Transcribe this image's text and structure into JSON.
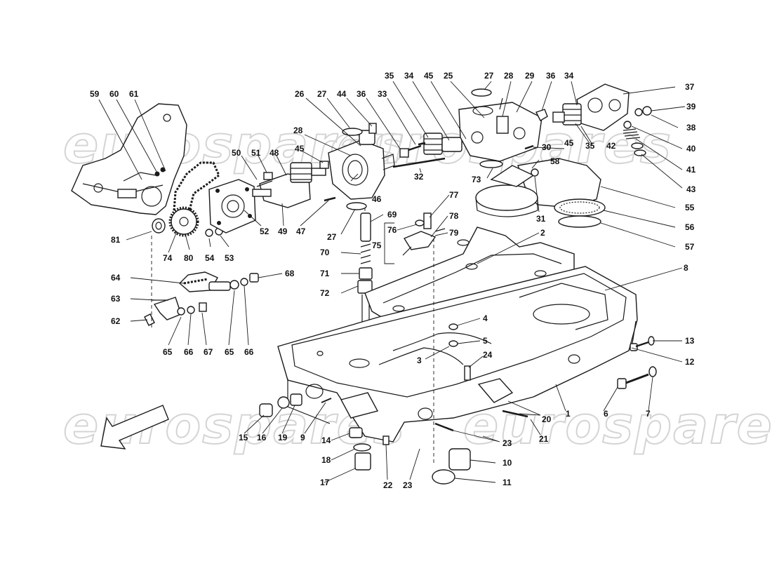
{
  "watermark": {
    "text": "eurospares"
  },
  "callouts": [
    {
      "id": "c1",
      "label": "1"
    },
    {
      "id": "c2",
      "label": "2"
    },
    {
      "id": "c3",
      "label": "3"
    },
    {
      "id": "c4",
      "label": "4"
    },
    {
      "id": "c5",
      "label": "5"
    },
    {
      "id": "c6",
      "label": "6"
    },
    {
      "id": "c7",
      "label": "7"
    },
    {
      "id": "c8",
      "label": "8"
    },
    {
      "id": "c9",
      "label": "9"
    },
    {
      "id": "c10",
      "label": "10"
    },
    {
      "id": "c11",
      "label": "11"
    },
    {
      "id": "c12",
      "label": "12"
    },
    {
      "id": "c13",
      "label": "13"
    },
    {
      "id": "c14",
      "label": "14"
    },
    {
      "id": "c15",
      "label": "15"
    },
    {
      "id": "c16",
      "label": "16"
    },
    {
      "id": "c17",
      "label": "17"
    },
    {
      "id": "c18",
      "label": "18"
    },
    {
      "id": "c19",
      "label": "19"
    },
    {
      "id": "c20",
      "label": "20"
    },
    {
      "id": "c21",
      "label": "21"
    },
    {
      "id": "c22",
      "label": "22"
    },
    {
      "id": "c23a",
      "label": "23"
    },
    {
      "id": "c23b",
      "label": "23"
    },
    {
      "id": "c24",
      "label": "24"
    },
    {
      "id": "c25",
      "label": "25"
    },
    {
      "id": "c26",
      "label": "26"
    },
    {
      "id": "c27a",
      "label": "27"
    },
    {
      "id": "c27b",
      "label": "27"
    },
    {
      "id": "c27c",
      "label": "27"
    },
    {
      "id": "c28a",
      "label": "28"
    },
    {
      "id": "c28b",
      "label": "28"
    },
    {
      "id": "c29",
      "label": "29"
    },
    {
      "id": "c30",
      "label": "30"
    },
    {
      "id": "c31",
      "label": "31"
    },
    {
      "id": "c32",
      "label": "32"
    },
    {
      "id": "c33",
      "label": "33"
    },
    {
      "id": "c34a",
      "label": "34"
    },
    {
      "id": "c34b",
      "label": "34"
    },
    {
      "id": "c35a",
      "label": "35"
    },
    {
      "id": "c35b",
      "label": "35"
    },
    {
      "id": "c36a",
      "label": "36"
    },
    {
      "id": "c36b",
      "label": "36"
    },
    {
      "id": "c37",
      "label": "37"
    },
    {
      "id": "c38",
      "label": "38"
    },
    {
      "id": "c39",
      "label": "39"
    },
    {
      "id": "c40",
      "label": "40"
    },
    {
      "id": "c41",
      "label": "41"
    },
    {
      "id": "c42",
      "label": "42"
    },
    {
      "id": "c43",
      "label": "43"
    },
    {
      "id": "c44",
      "label": "44"
    },
    {
      "id": "c45a",
      "label": "45"
    },
    {
      "id": "c45b",
      "label": "45"
    },
    {
      "id": "c45c",
      "label": "45"
    },
    {
      "id": "c46",
      "label": "46"
    },
    {
      "id": "c47",
      "label": "47"
    },
    {
      "id": "c48",
      "label": "48"
    },
    {
      "id": "c49",
      "label": "49"
    },
    {
      "id": "c50",
      "label": "50"
    },
    {
      "id": "c51",
      "label": "51"
    },
    {
      "id": "c52",
      "label": "52"
    },
    {
      "id": "c53",
      "label": "53"
    },
    {
      "id": "c54",
      "label": "54"
    },
    {
      "id": "c55",
      "label": "55"
    },
    {
      "id": "c56",
      "label": "56"
    },
    {
      "id": "c57",
      "label": "57"
    },
    {
      "id": "c58",
      "label": "58"
    },
    {
      "id": "c59",
      "label": "59"
    },
    {
      "id": "c60",
      "label": "60"
    },
    {
      "id": "c61",
      "label": "61"
    },
    {
      "id": "c62",
      "label": "62"
    },
    {
      "id": "c63",
      "label": "63"
    },
    {
      "id": "c64",
      "label": "64"
    },
    {
      "id": "c65a",
      "label": "65"
    },
    {
      "id": "c65b",
      "label": "65"
    },
    {
      "id": "c66a",
      "label": "66"
    },
    {
      "id": "c66b",
      "label": "66"
    },
    {
      "id": "c67",
      "label": "67"
    },
    {
      "id": "c68",
      "label": "68"
    },
    {
      "id": "c69",
      "label": "69"
    },
    {
      "id": "c70",
      "label": "70"
    },
    {
      "id": "c71",
      "label": "71"
    },
    {
      "id": "c72",
      "label": "72"
    },
    {
      "id": "c73",
      "label": "73"
    },
    {
      "id": "c74",
      "label": "74"
    },
    {
      "id": "c75",
      "label": "75"
    },
    {
      "id": "c76",
      "label": "76"
    },
    {
      "id": "c77",
      "label": "77"
    },
    {
      "id": "c78",
      "label": "78"
    },
    {
      "id": "c79",
      "label": "79"
    },
    {
      "id": "c80",
      "label": "80"
    },
    {
      "id": "c81",
      "label": "81"
    }
  ],
  "icons": {
    "direction_arrow": "front-direction-arrow-icon"
  }
}
